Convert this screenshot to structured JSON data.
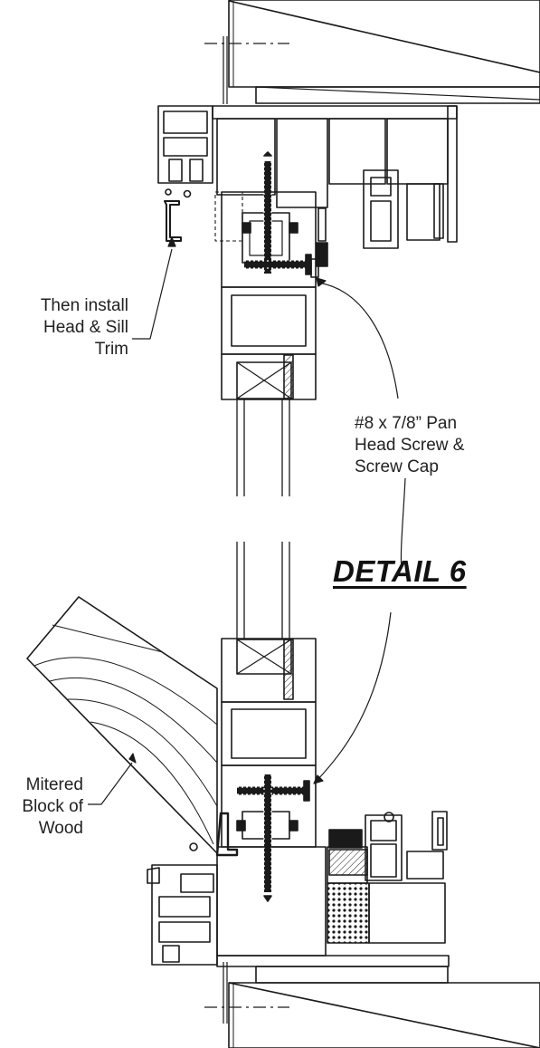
{
  "labels": {
    "trim": [
      "Then install",
      "Head & Sill",
      "Trim"
    ],
    "screw": [
      "#8 x 7/8” Pan",
      "Head Screw &",
      "Screw Cap"
    ],
    "wood": [
      "Mitered",
      "Block of",
      "Wood"
    ]
  },
  "title": "DETAIL 6",
  "colors": {
    "ink": "#1a1a1a",
    "background": "#ffffff"
  }
}
